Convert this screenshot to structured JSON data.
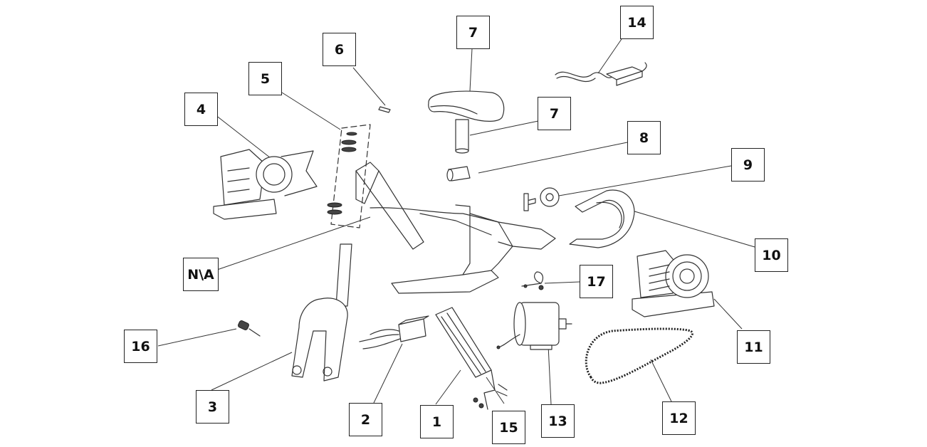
{
  "callouts": {
    "c1": "1",
    "c2": "2",
    "c3": "3",
    "c4": "4",
    "c5": "5",
    "c6": "6",
    "c7a": "7",
    "c7b": "7",
    "c8": "8",
    "c9": "9",
    "c10": "10",
    "c11": "11",
    "c12": "12",
    "c13": "13",
    "c14": "14",
    "c15": "15",
    "c16": "16",
    "c17": "17",
    "cna": "N\\A"
  }
}
